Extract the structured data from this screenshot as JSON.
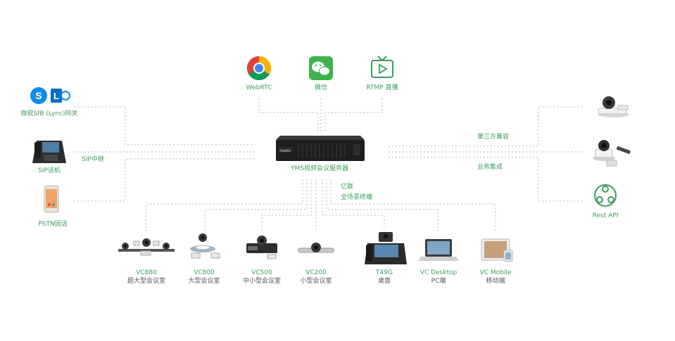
{
  "top_nodes": [
    {
      "label": "WebRTC",
      "icon": "chrome-icon"
    },
    {
      "label": "微信",
      "icon": "wechat-icon"
    },
    {
      "label": "RTMP 直播",
      "icon": "tv-icon"
    }
  ],
  "left_nodes": [
    {
      "label": "微软SfB (Lync)网关",
      "icon": "skype-lync-icon"
    },
    {
      "label": "SIP话机",
      "icon": "sip-phone-icon"
    },
    {
      "label": "PSTN固话",
      "icon": "mobile-phone-icon"
    }
  ],
  "left_link_label": "SIP中继",
  "right_nodes": [
    {
      "icon": "conference-camera-icon"
    },
    {
      "icon": "ptz-camera-icon"
    },
    {
      "label": "Rest API",
      "icon": "rest-api-icon"
    }
  ],
  "right_link_labels": [
    "第三方兼容",
    "业务集成"
  ],
  "center": {
    "label": "YMS视频会议服务器",
    "brand": "Yealink"
  },
  "center_bottom_labels": [
    "亿联",
    "全场景终端"
  ],
  "bottom_nodes": [
    {
      "name": "VC880",
      "desc": "超大型会议室",
      "icon": "vc880-icon"
    },
    {
      "name": "VC800",
      "desc": "大型会议室",
      "icon": "vc800-icon"
    },
    {
      "name": "VC500",
      "desc": "中小型会议室",
      "icon": "vc500-icon"
    },
    {
      "name": "VC200",
      "desc": "小型会议室",
      "icon": "vc200-icon"
    },
    {
      "name": "T49G",
      "desc": "桌面",
      "icon": "desk-phone-icon"
    },
    {
      "name": "VC Desktop",
      "desc": "PC端",
      "icon": "laptop-icon"
    },
    {
      "name": "VC Mobile",
      "desc": "移动端",
      "icon": "tablet-icon"
    }
  ],
  "colors": {
    "accent": "#3a9e5f",
    "line": "#b8b8b8",
    "server": "#1e1e1e"
  }
}
